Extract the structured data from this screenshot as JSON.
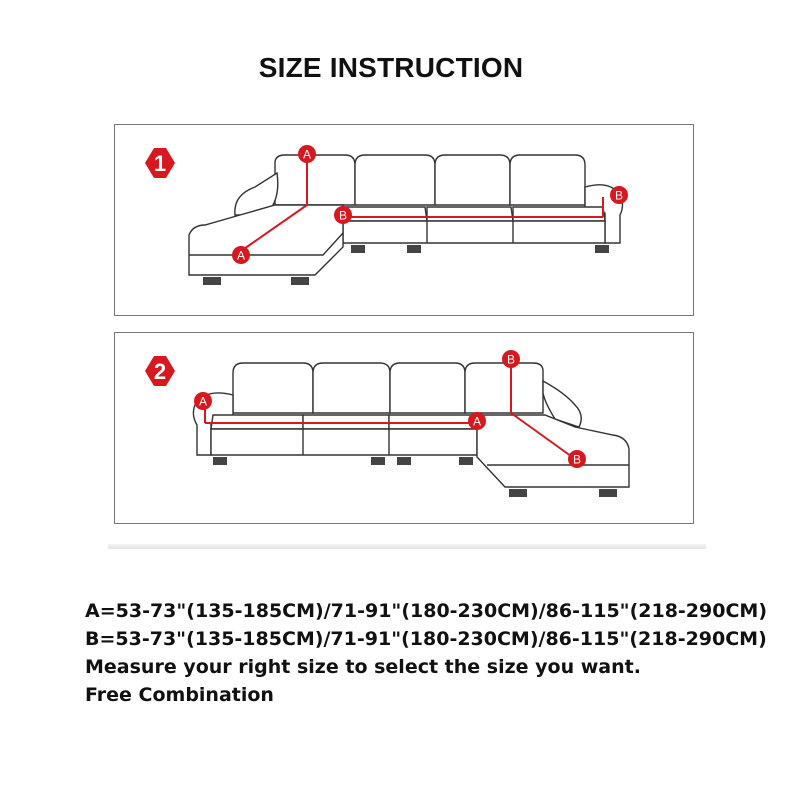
{
  "title": "SIZE INSTRUCTION",
  "colors": {
    "accent": "#d7181f",
    "outline": "#333333"
  },
  "diagram1": {
    "number": "1",
    "markers": [
      "A",
      "A",
      "B",
      "B"
    ]
  },
  "diagram2": {
    "number": "2",
    "markers": [
      "A",
      "A",
      "B",
      "B"
    ]
  },
  "specs": {
    "line_a": "A=53-73\"(135-185CM)/71-91\"(180-230CM)/86-115\"(218-290CM)",
    "line_b": "B=53-73\"(135-185CM)/71-91\"(180-230CM)/86-115\"(218-290CM)",
    "line_measure": "Measure your right size to select the size you want.",
    "line_free": "Free Combination"
  }
}
